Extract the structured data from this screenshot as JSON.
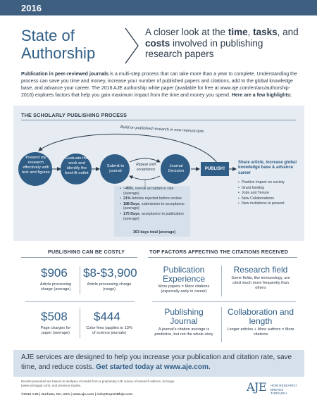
{
  "header": {
    "year": "2016"
  },
  "title": {
    "line1": "State of",
    "line2": "Authorship"
  },
  "subtitle": {
    "part1": "A closer look at the ",
    "time": "time",
    "part2": ", ",
    "tasks": "tasks",
    "part3": ", and ",
    "costs": "costs",
    "part4": " involved in publishing research papers"
  },
  "intro": {
    "lead": "Publication in peer-reviewed journals",
    "body": " is a multi-step process that can take more than a year to complete. Understanding the process can save you time and money, increase your number of published papers and citations, add to the global knowledge base, and advance your career. The 2016 AJE authorship white paper (available for free at www.aje.com/en/arc/authorship-2016) explores factors that help you gain maximum impact from the time and money you spend. ",
    "tail": "Here are a few highlights:"
  },
  "process": {
    "heading": "THE SCHOLARLY PUBLISHING PROCESS",
    "arc_label": "Build on published research in new manuscripts",
    "steps": [
      {
        "label": "Present my research effectively with text and figures"
      },
      {
        "label": "Evaluate the work and identify the best-fit outlet"
      },
      {
        "label": "Submit to journal"
      },
      {
        "label": "Journal Decision"
      }
    ],
    "loop_label": "Repeat until acceptance",
    "publish_label": "PUBLISH!",
    "facts": [
      {
        "strong": "~45%",
        "text": ", overall acceptance rate (average)"
      },
      {
        "strong": "21%",
        "text": " Articles rejected before review"
      },
      {
        "strong": "188 Days",
        "text": ", submission to acceptance (average)"
      },
      {
        "strong": "175 Days",
        "text": ", acceptance to publication (average)"
      }
    ],
    "total": "363 days total (average)",
    "share": "Share article, increase global knowledge base & advance career",
    "benefits": [
      "Positive impact on society",
      "Grant funding",
      "Jobs and Tenure",
      "New Collaborations",
      "New invitations to present"
    ]
  },
  "costs": {
    "heading": "PUBLISHING CAN BE COSTLY",
    "items": [
      {
        "value": "$906",
        "desc": "Article processing charge (average)"
      },
      {
        "value": "$8-$3,900",
        "desc": "Article processing charge (range)"
      },
      {
        "value": "$508",
        "desc": "Page charges for paper (average)"
      },
      {
        "value": "$444",
        "desc": "Color fees (applies to 13% of science journals)"
      }
    ]
  },
  "factors": {
    "heading": "TOP FACTORS AFFECTING THE CITATIONS RECEIVED",
    "items": [
      {
        "title": "Publication Experience",
        "desc": "More papers = More citations (especially early in career)"
      },
      {
        "title": "Research field",
        "desc": "Some fields, like immunology, are cited much more frequently than others"
      },
      {
        "title": "Publishing Journal",
        "desc": "A journal's citation average is predictive, but not the whole story"
      },
      {
        "title": "Collaboration and length",
        "desc": "Longer articles + More authors = More citations"
      }
    ]
  },
  "cta": {
    "text": "AJE services are designed to help you increase your publication and citation rate, save time, and reduce costs. ",
    "strong": "Get started today at www.aje.com."
  },
  "footer": {
    "note": "Results presented are based on analyses of results from a proprietary AJE survey of research authors, Scimago (www.scimagojr.com), and previous studies.",
    "line": "©2016 AJE | Durham, NC, USA | www.aje.com | Ask@ExpertBlaje.com",
    "logo": "AJE",
    "tagline": "HOW RESEARCH BREAKS THROUGH"
  },
  "colors": {
    "brand": "#2f5d86",
    "bar": "#3f5f80",
    "panel": "#e6ecf2"
  }
}
